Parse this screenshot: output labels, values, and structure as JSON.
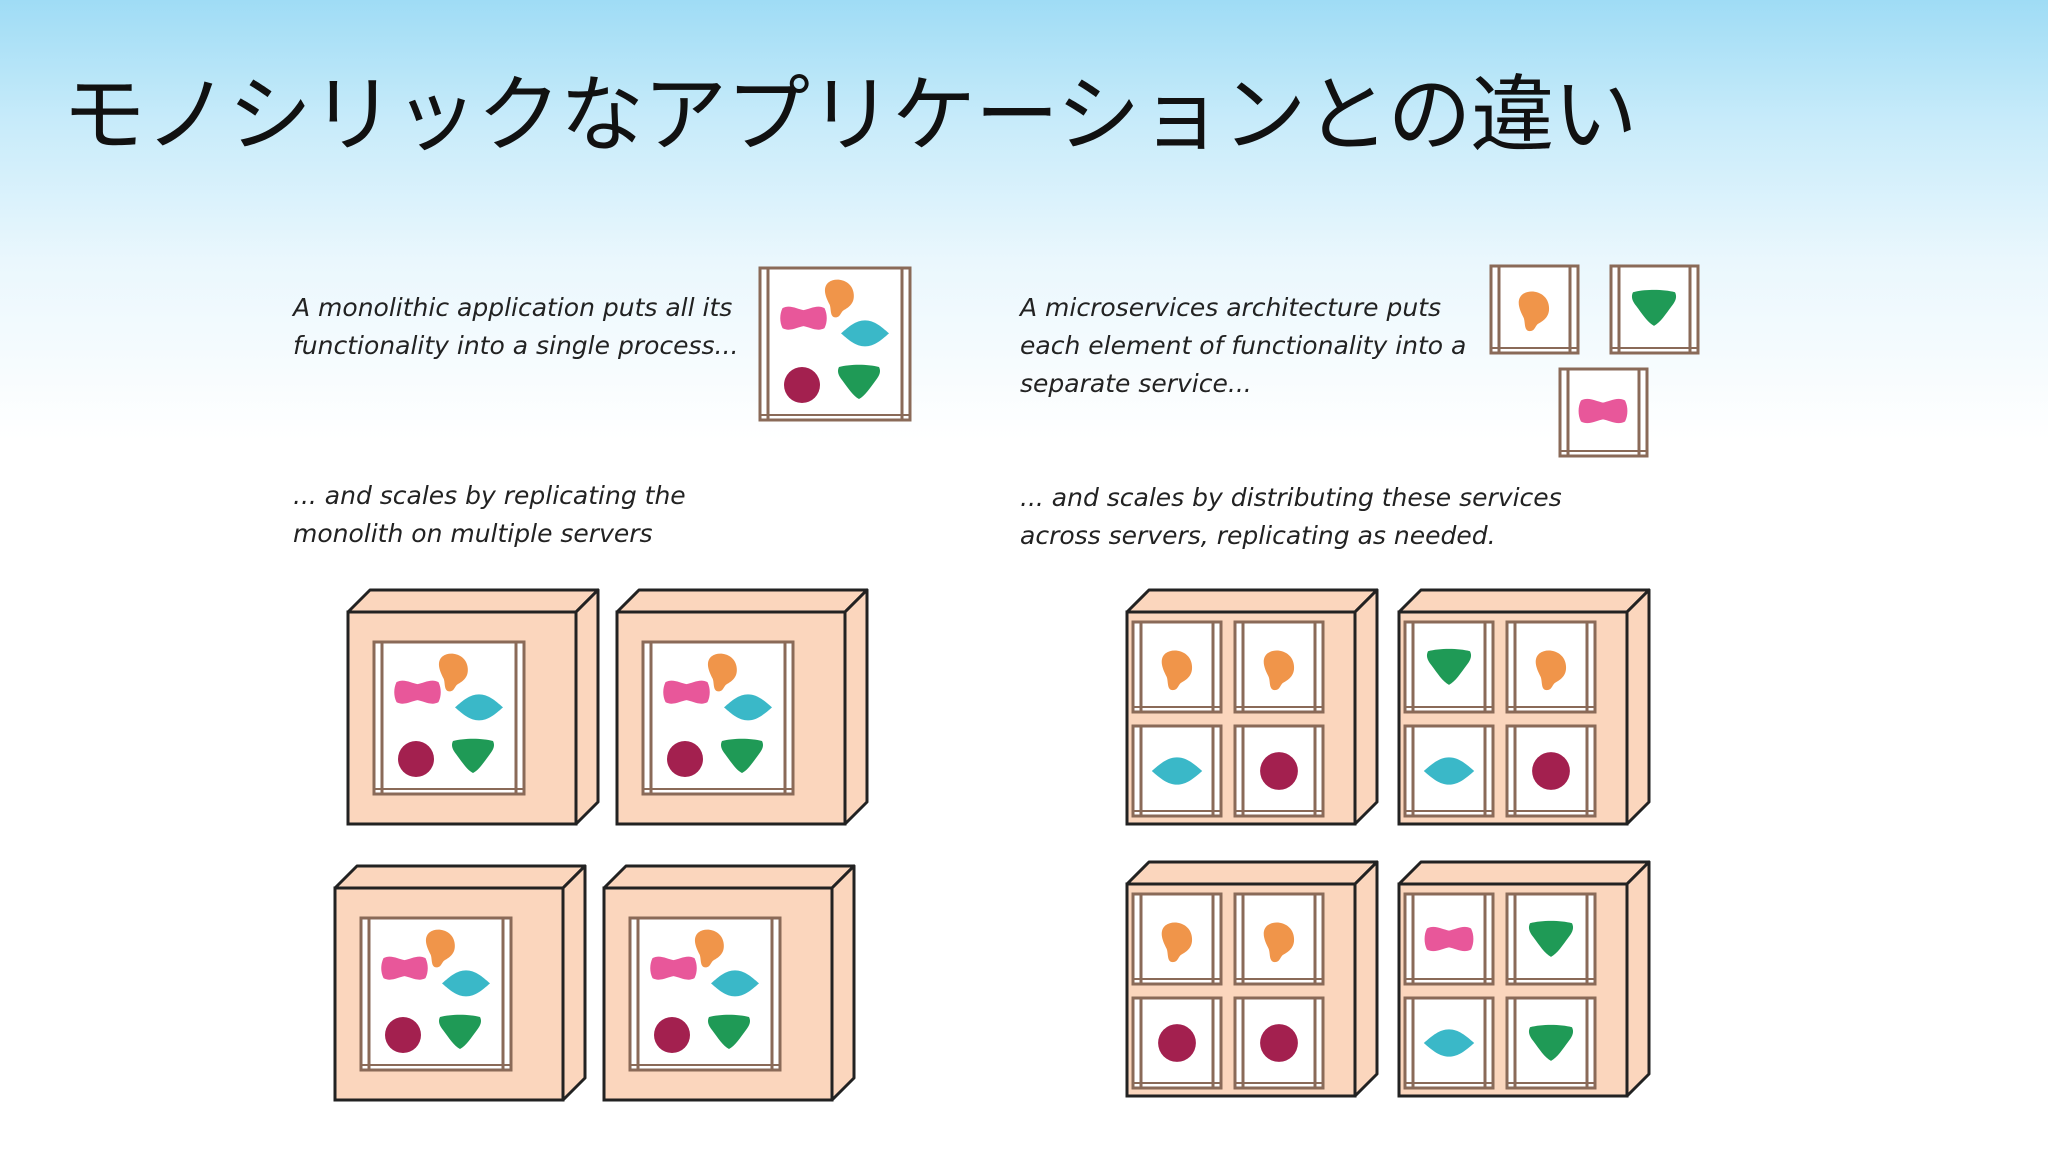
{
  "slide": {
    "title": "モノシリックなアプリケーションとの違い"
  },
  "monolith": {
    "caption_line1": "A monolithic application puts all its",
    "caption_line2": "functionality into a single process...",
    "scale_caption_line1": "... and scales by replicating the",
    "scale_caption_line2": "monolith on multiple servers",
    "server_count": 4
  },
  "microservices": {
    "caption_line1": "A microservices architecture puts",
    "caption_line2": "each element of functionality into a",
    "caption_line3": "separate service...",
    "scale_caption_line1": "... and scales by distributing these services",
    "scale_caption_line2": "across servers, replicating as needed.",
    "services_shown": [
      "orange-blob",
      "green-triangle",
      "pink-bowtie"
    ],
    "servers": [
      [
        "orange-blob",
        "orange-blob",
        "teal-diamond",
        "crimson-circle"
      ],
      [
        "green-triangle",
        "orange-blob",
        "teal-diamond",
        "crimson-circle"
      ],
      [
        "orange-blob",
        "orange-blob",
        "crimson-circle",
        "crimson-circle"
      ],
      [
        "pink-bowtie",
        "green-triangle",
        "teal-diamond",
        "green-triangle"
      ]
    ]
  },
  "colors": {
    "server_fill": "#fbd6bd",
    "frame": "#8a6a58",
    "orange": "#f0954a",
    "pink": "#e8579a",
    "teal": "#3ab8c8",
    "crimson": "#a3204f",
    "green": "#1f9a56"
  }
}
